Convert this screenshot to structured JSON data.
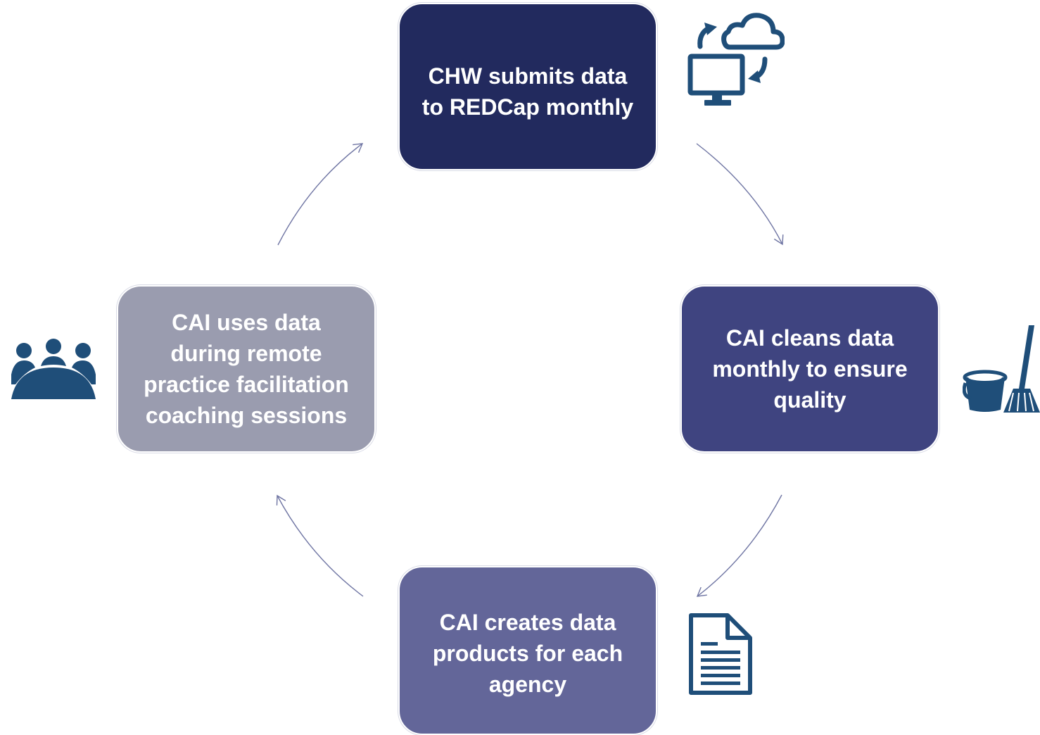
{
  "diagram": {
    "steps": [
      {
        "id": "submit",
        "text": "CHW submits data\nto REDCap monthly",
        "icon": "computer-cloud-sync-icon",
        "color": "#222a5e"
      },
      {
        "id": "clean",
        "text": "CAI cleans data\nmonthly to ensure\nquality",
        "icon": "bucket-broom-icon",
        "color": "#3f4480"
      },
      {
        "id": "products",
        "text": "CAI creates data\nproducts for each\nagency",
        "icon": "document-icon",
        "color": "#636699"
      },
      {
        "id": "use",
        "text": "CAI uses data\nduring remote\npractice facilitation\ncoaching sessions",
        "icon": "meeting-group-icon",
        "color": "#9a9caf"
      }
    ],
    "icon_color": "#1f4e79",
    "arrow_color": "#7a7fa6"
  }
}
